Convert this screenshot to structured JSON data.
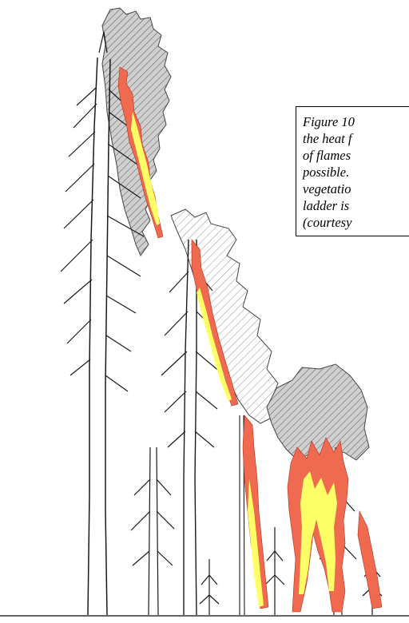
{
  "caption": {
    "lines": [
      "Figure 10",
      "the heat f",
      "of flames",
      "possible.",
      "vegetatio",
      "ladder is",
      "(courtesy"
    ]
  },
  "colors": {
    "flame_red": "#ef6a4f",
    "flame_pink": "#f49a85",
    "flame_yellow": "#ffff66",
    "smoke_gray": "#c9c9c9",
    "ink": "#1a1a1a"
  }
}
